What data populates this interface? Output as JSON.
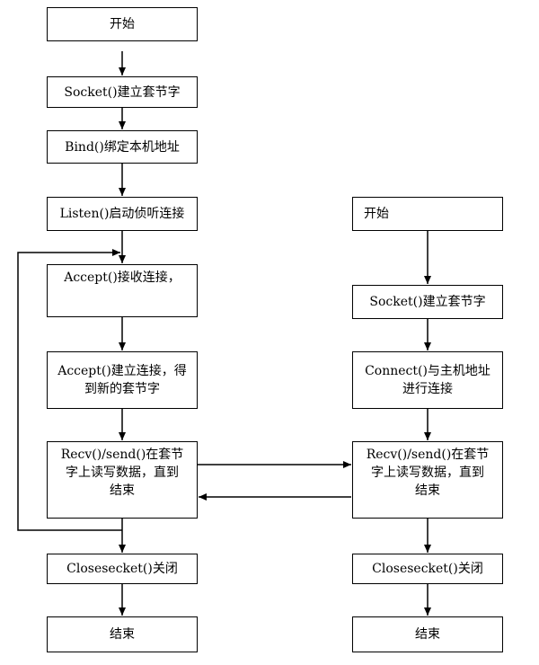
{
  "server": {
    "start": "开始",
    "socket": "Socket()建立套节字",
    "bind": "Bind()绑定本机地址",
    "listen": "Listen()启动侦听连接",
    "accept": "Accept()接收连接，",
    "accept_new": "Accept()建立连接，得\n到新的套节字",
    "recv_send": "Recv()/send()在套节\n字上读写数据，直到\n结束",
    "close": "Closesecket()关闭",
    "end": "结束"
  },
  "client": {
    "start": "开始",
    "socket": "Socket()建立套节字",
    "connect": "Connect()与主机地址\n进行连接",
    "recv_send": "Recv()/send()在套节\n字上读写数据，直到\n结束",
    "close": "Closesecket()关闭",
    "end": "结束"
  }
}
